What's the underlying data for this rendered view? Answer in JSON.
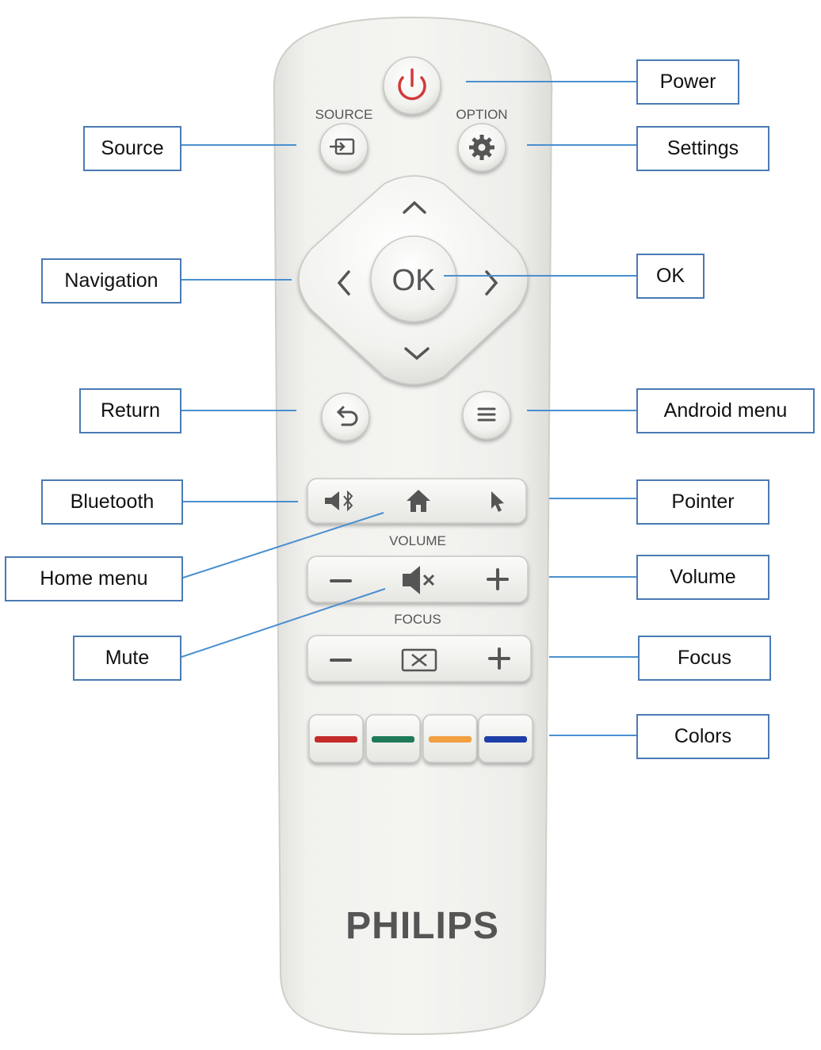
{
  "remote": {
    "brand": "PHILIPS",
    "printed_labels": {
      "source": "SOURCE",
      "option": "OPTION",
      "volume": "VOLUME",
      "focus": "FOCUS"
    },
    "ok_label": "OK",
    "body_color": "#eeeeea",
    "power_color": "#d23a3a"
  },
  "callouts": {
    "power": "Power",
    "source": "Source",
    "settings": "Settings",
    "navigation": "Navigation",
    "ok": "OK",
    "return": "Return",
    "android_menu": "Android menu",
    "bluetooth": "Bluetooth",
    "pointer": "Pointer",
    "home_menu": "Home menu",
    "volume": "Volume",
    "mute": "Mute",
    "focus": "Focus",
    "colors": "Colors"
  },
  "color_keys": [
    "#c42b2b",
    "#1f7a5a",
    "#f0a040",
    "#1f3fa8"
  ],
  "leader_color": "#4a8fd0"
}
